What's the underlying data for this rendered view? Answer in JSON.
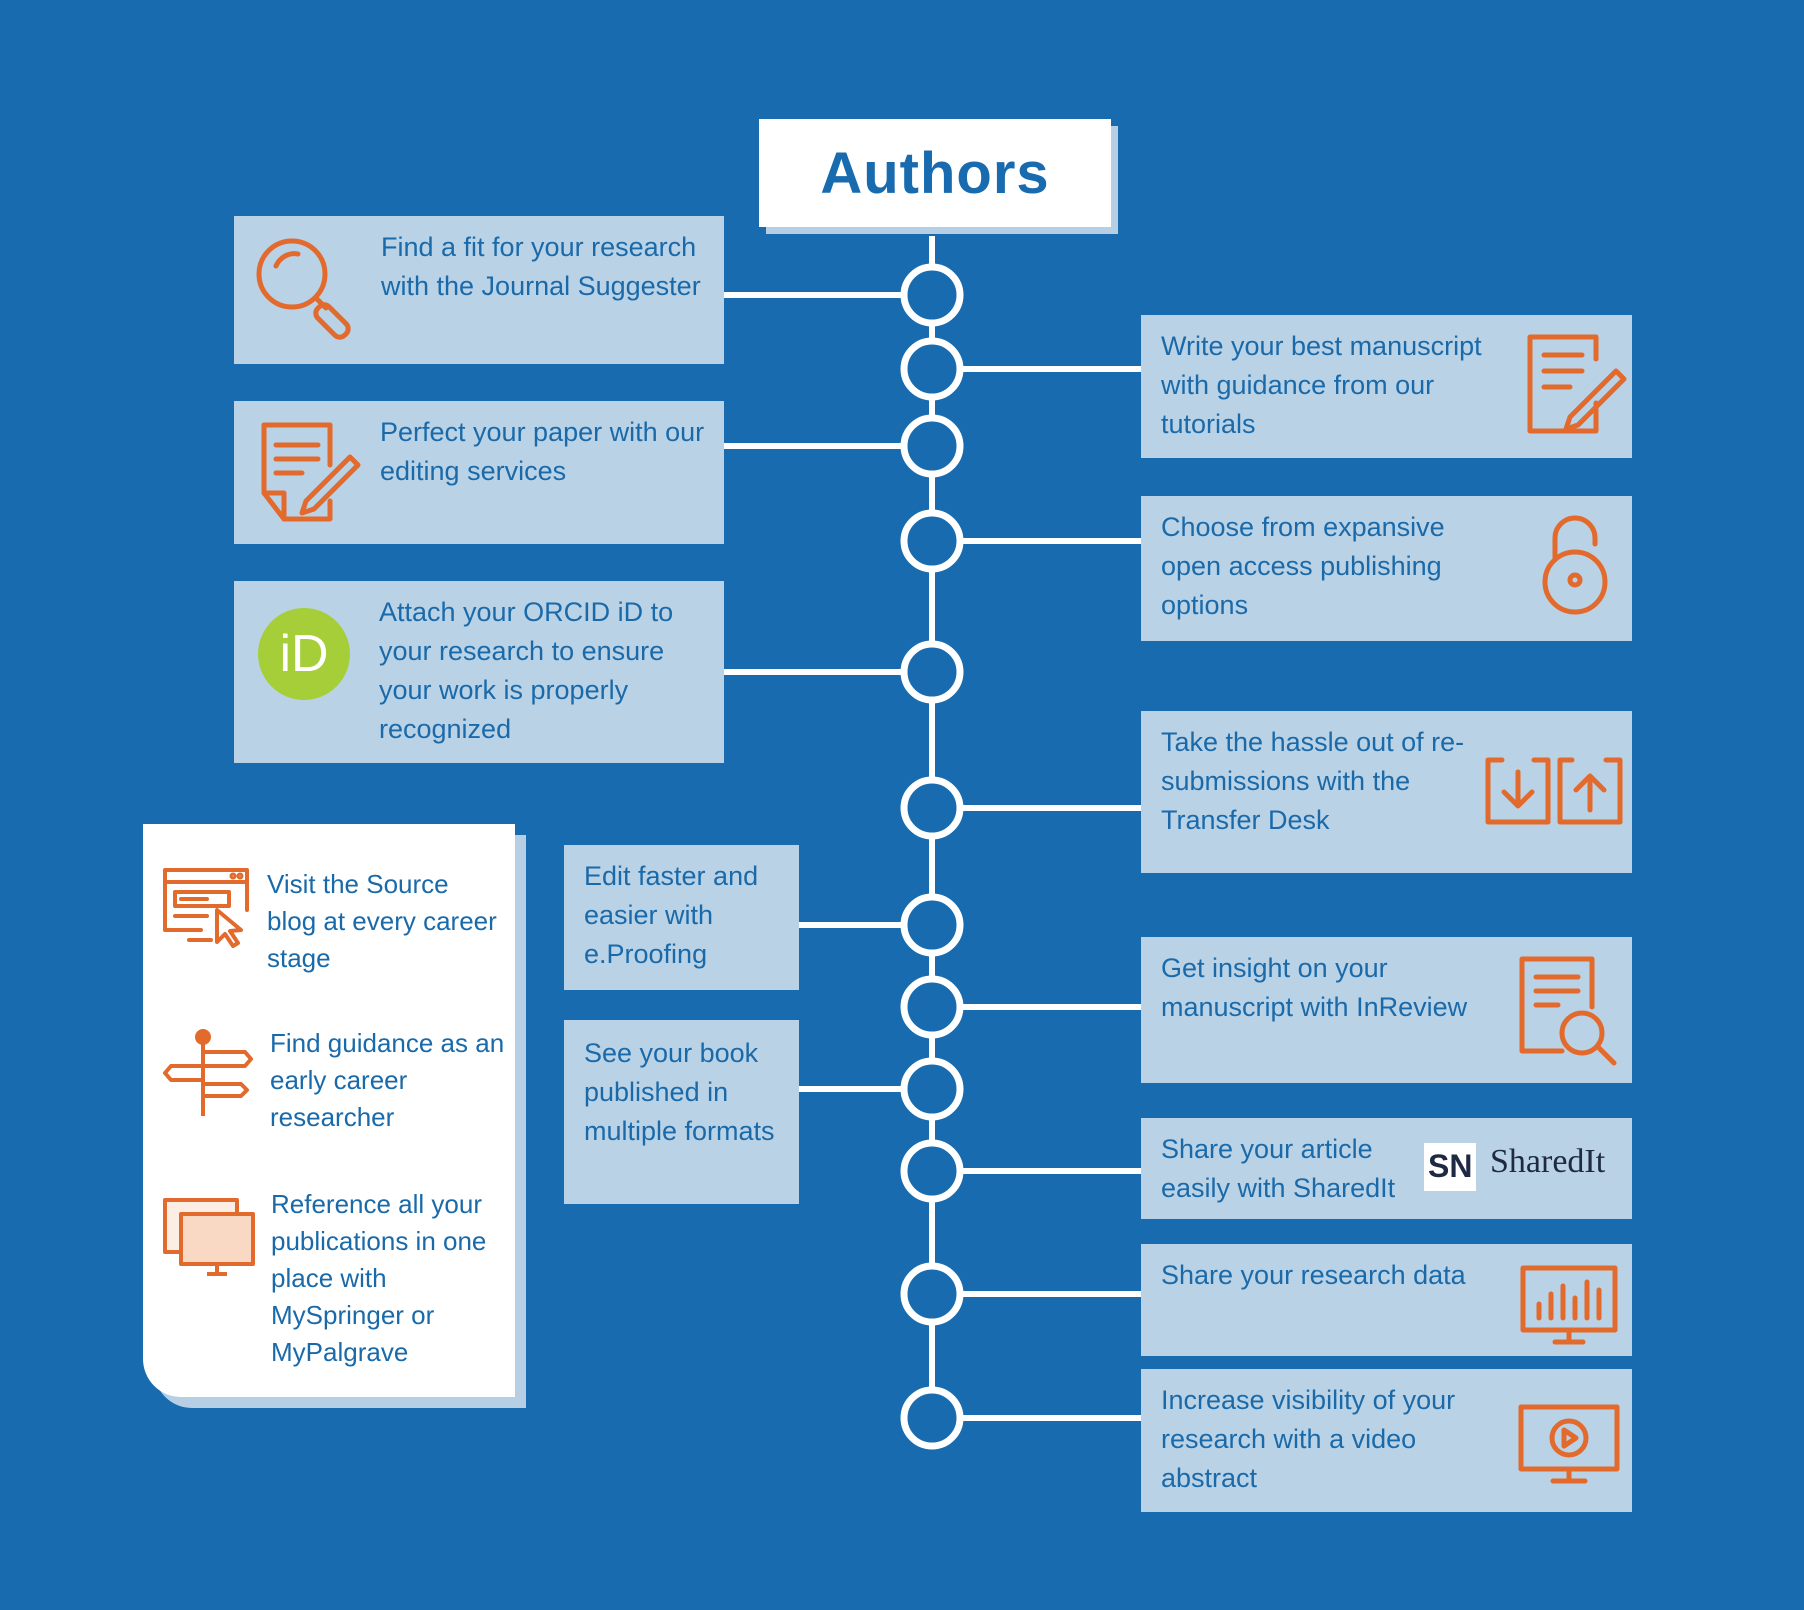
{
  "title": "Authors",
  "colors": {
    "background": "#176bae",
    "card": "#bad2e6",
    "accent_icon": "#e26a2c",
    "text": "#1a6aaa",
    "orcid_green": "#a6ce39"
  },
  "left_cards": [
    {
      "text": "Find a fit for your research with the Journal Suggester",
      "icon": "magnifier-icon"
    },
    {
      "text": "Perfect your paper with our editing services",
      "icon": "document-edit-icon"
    },
    {
      "text": "Attach your ORCID iD to your research to ensure your work is properly recognized",
      "icon": "orcid-icon",
      "icon_text": "iD"
    },
    {
      "text": "Edit faster and easier with e.Proofing"
    },
    {
      "text": "See your book published in multiple formats"
    }
  ],
  "right_cards": [
    {
      "text": "Write your best manuscript with guidance from our tutorials",
      "icon": "notepad-pencil-icon"
    },
    {
      "text": "Choose from expansive open access publishing options",
      "icon": "open-lock-icon"
    },
    {
      "text": "Take the hassle out of re-submissions with the Transfer Desk",
      "icon": "download-upload-icon"
    },
    {
      "text": "Get insight on your manuscript with InReview",
      "icon": "document-search-icon"
    },
    {
      "text": "Share your article easily with SharedIt",
      "icon": "sharedit-logo",
      "logo_badge": "SN",
      "logo_word": "SharedIt"
    },
    {
      "text": "Share your research data",
      "icon": "bar-chart-monitor-icon"
    },
    {
      "text": "Increase visibility of your research with a video abstract",
      "icon": "video-monitor-icon"
    }
  ],
  "side_panel": [
    {
      "text": "Visit the Source blog at every career stage",
      "icon": "browser-cursor-icon"
    },
    {
      "text": "Find guidance as an early career researcher",
      "icon": "signpost-icon"
    },
    {
      "text": "Reference all your publications in one place with MySpringer or MyPalgrave",
      "icon": "screens-icon"
    }
  ]
}
